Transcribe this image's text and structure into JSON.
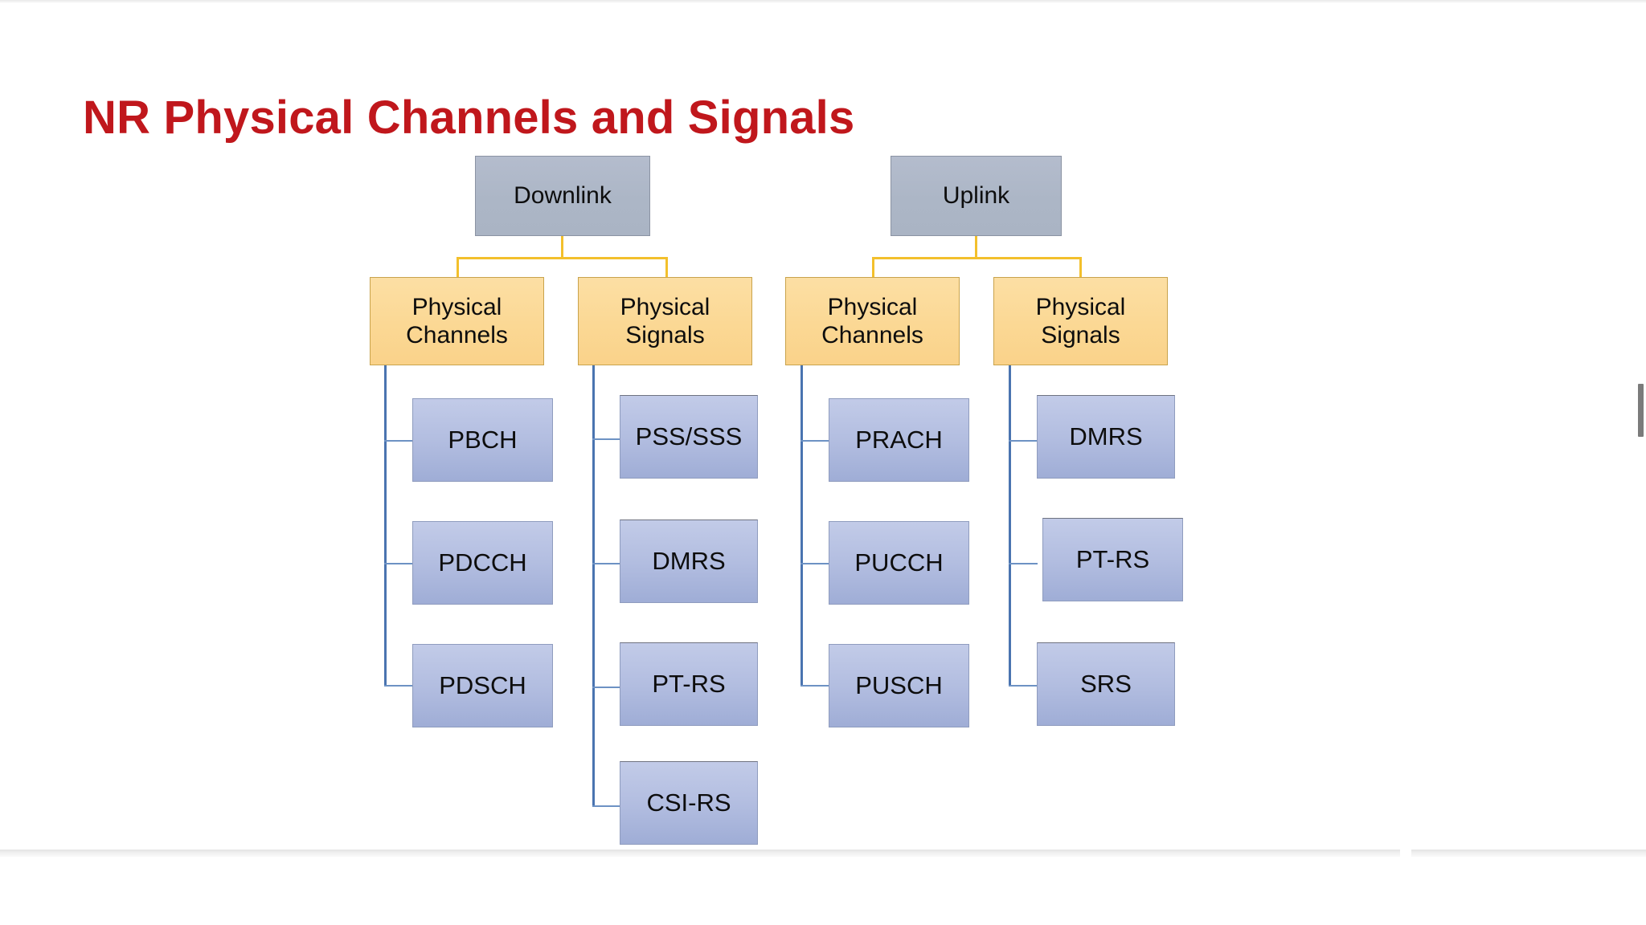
{
  "slide": {
    "title": "NR Physical Channels and Signals",
    "title_color": "#c0171c",
    "background": "#ffffff"
  },
  "chrome": {
    "scrollbar": {
      "name": "vertical-scrollbar-thumb",
      "color": "#7b7b7b"
    },
    "top_divider": "#e9e9e9",
    "bottom_divider": "#e4e4e4"
  },
  "palette": {
    "root_fill": "#acb6c6",
    "root_border": "#8b93a3",
    "group_fill": "#fbd894",
    "group_border": "#c9a34c",
    "leaf_fill": "#b2bde0",
    "leaf_border": "#8f9cbe",
    "gold_connector": "#f3c02c",
    "blue_connector": "#4a74b0"
  },
  "diagram": {
    "type": "tree",
    "roots": [
      {
        "id": "downlink",
        "label": "Downlink",
        "groups": [
          {
            "id": "dl-physical-channels",
            "label_line1": "Physical",
            "label_line2": "Channels",
            "children": [
              {
                "id": "pbch",
                "label": "PBCH"
              },
              {
                "id": "pdcch",
                "label": "PDCCH"
              },
              {
                "id": "pdsch",
                "label": "PDSCH"
              }
            ]
          },
          {
            "id": "dl-physical-signals",
            "label_line1": "Physical",
            "label_line2": "Signals",
            "children": [
              {
                "id": "pss-sss",
                "label": "PSS/SSS"
              },
              {
                "id": "dl-dmrs",
                "label": "DMRS"
              },
              {
                "id": "dl-ptrs",
                "label": "PT-RS"
              },
              {
                "id": "csi-rs",
                "label": "CSI-RS"
              }
            ]
          }
        ]
      },
      {
        "id": "uplink",
        "label": "Uplink",
        "groups": [
          {
            "id": "ul-physical-channels",
            "label_line1": "Physical",
            "label_line2": "Channels",
            "children": [
              {
                "id": "prach",
                "label": "PRACH"
              },
              {
                "id": "pucch",
                "label": "PUCCH"
              },
              {
                "id": "pusch",
                "label": "PUSCH"
              }
            ]
          },
          {
            "id": "ul-physical-signals",
            "label_line1": "Physical",
            "label_line2": "Signals",
            "children": [
              {
                "id": "ul-dmrs",
                "label": "DMRS"
              },
              {
                "id": "ul-ptrs",
                "label": "PT-RS"
              },
              {
                "id": "srs",
                "label": "SRS"
              }
            ]
          }
        ]
      }
    ]
  }
}
